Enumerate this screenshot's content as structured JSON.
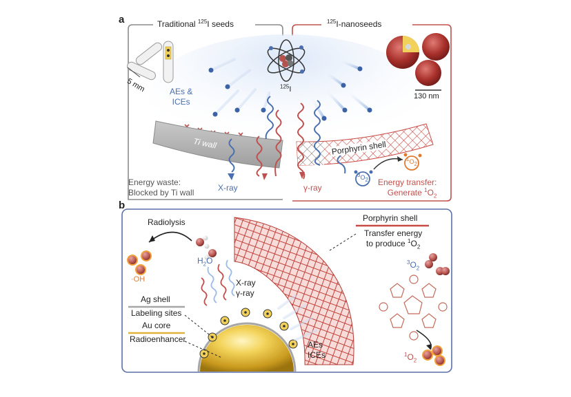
{
  "panel_a": {
    "letter": "a",
    "left_title_pre": "Traditional ",
    "left_title_sup": "125",
    "left_title_post": "I seeds",
    "right_title_sup": "125",
    "right_title_post": "I-nanoseeds",
    "scale_left": "5 mm",
    "scale_right": "130 nm",
    "source_sup": "125",
    "source_post": "I",
    "aes_line1": "AEs &",
    "aes_line2": "ICEs",
    "ti_wall": "Ti wall",
    "porphyrin_shell": "Porphyrin shell",
    "xray": "X-ray",
    "gray_ray": "γ-ray",
    "triplet_o2_sup": "3",
    "triplet_o2_main": "O",
    "triplet_o2_sub": "2",
    "singlet_o2_sup": "1",
    "singlet_o2_main": "O",
    "singlet_o2_sub": "2",
    "energy_waste_line1": "Energy waste:",
    "energy_waste_line2": "Blocked by Ti wall",
    "energy_transfer_line1": "Energy transfer:",
    "energy_transfer_line2_pre": "Generate ",
    "energy_transfer_line2_sup": "1",
    "energy_transfer_line2_main": "O",
    "energy_transfer_line2_sub": "2"
  },
  "panel_b": {
    "letter": "b",
    "radiolysis": "Radiolysis",
    "oh": "·OH",
    "h2o_main": "H",
    "h2o_sub": "2",
    "h2o_post": "O",
    "xray": "X-ray",
    "gray_ray": "γ-ray",
    "ag_shell": "Ag shell",
    "labeling_sites": "Labeling sites",
    "au_core": "Au core",
    "radioenhancer": "Radioenhancer",
    "porphyrin_shell": "Porphyrin shell",
    "transfer_line1": "Transfer energy",
    "transfer_line2_pre": "to produce ",
    "transfer_line2_sup": "1",
    "transfer_line2_main": "O",
    "transfer_line2_sub": "2",
    "triplet_sup": "3",
    "triplet_main": "O",
    "triplet_sub": "2",
    "singlet_sup": "1",
    "singlet_main": "O",
    "singlet_sub": "2",
    "aes": "AEs",
    "ices": "ICEs"
  },
  "colors": {
    "panel_a_left_border": "#8c8c8c",
    "panel_a_right_border": "#c0504d",
    "panel_b_border": "#5b6fa8",
    "xray_blue": "#4a6fb0",
    "gamma_red": "#c0504d",
    "ti_wall_gray": "#b3b3b3",
    "porphyrin_red": "#c94a44",
    "au_gold": "#e0b23a",
    "ag_gray": "#a6a6a6"
  }
}
